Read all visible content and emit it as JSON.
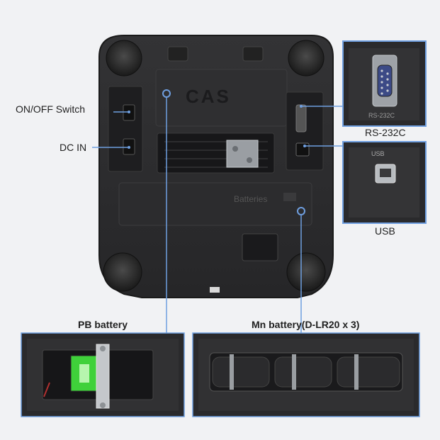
{
  "labels": {
    "on_off_switch": "ON/OFF Switch",
    "dc_in": "DC IN",
    "rs232c": "RS-232C",
    "usb": "USB",
    "pb_battery": "PB battery",
    "mn_battery": "Mn battery(D-LR20 x 3)"
  },
  "device_text": {
    "brand": "CAS",
    "batteries": "Batteries",
    "rs232c_port": "RS-232C",
    "usb_port": "USB"
  },
  "colors": {
    "background": "#f1f2f4",
    "device_body": "#2b2b2d",
    "callout_line": "#5b8fd6",
    "callout_border": "#6f9fe0",
    "battery_indicator": "#3fd13a"
  }
}
